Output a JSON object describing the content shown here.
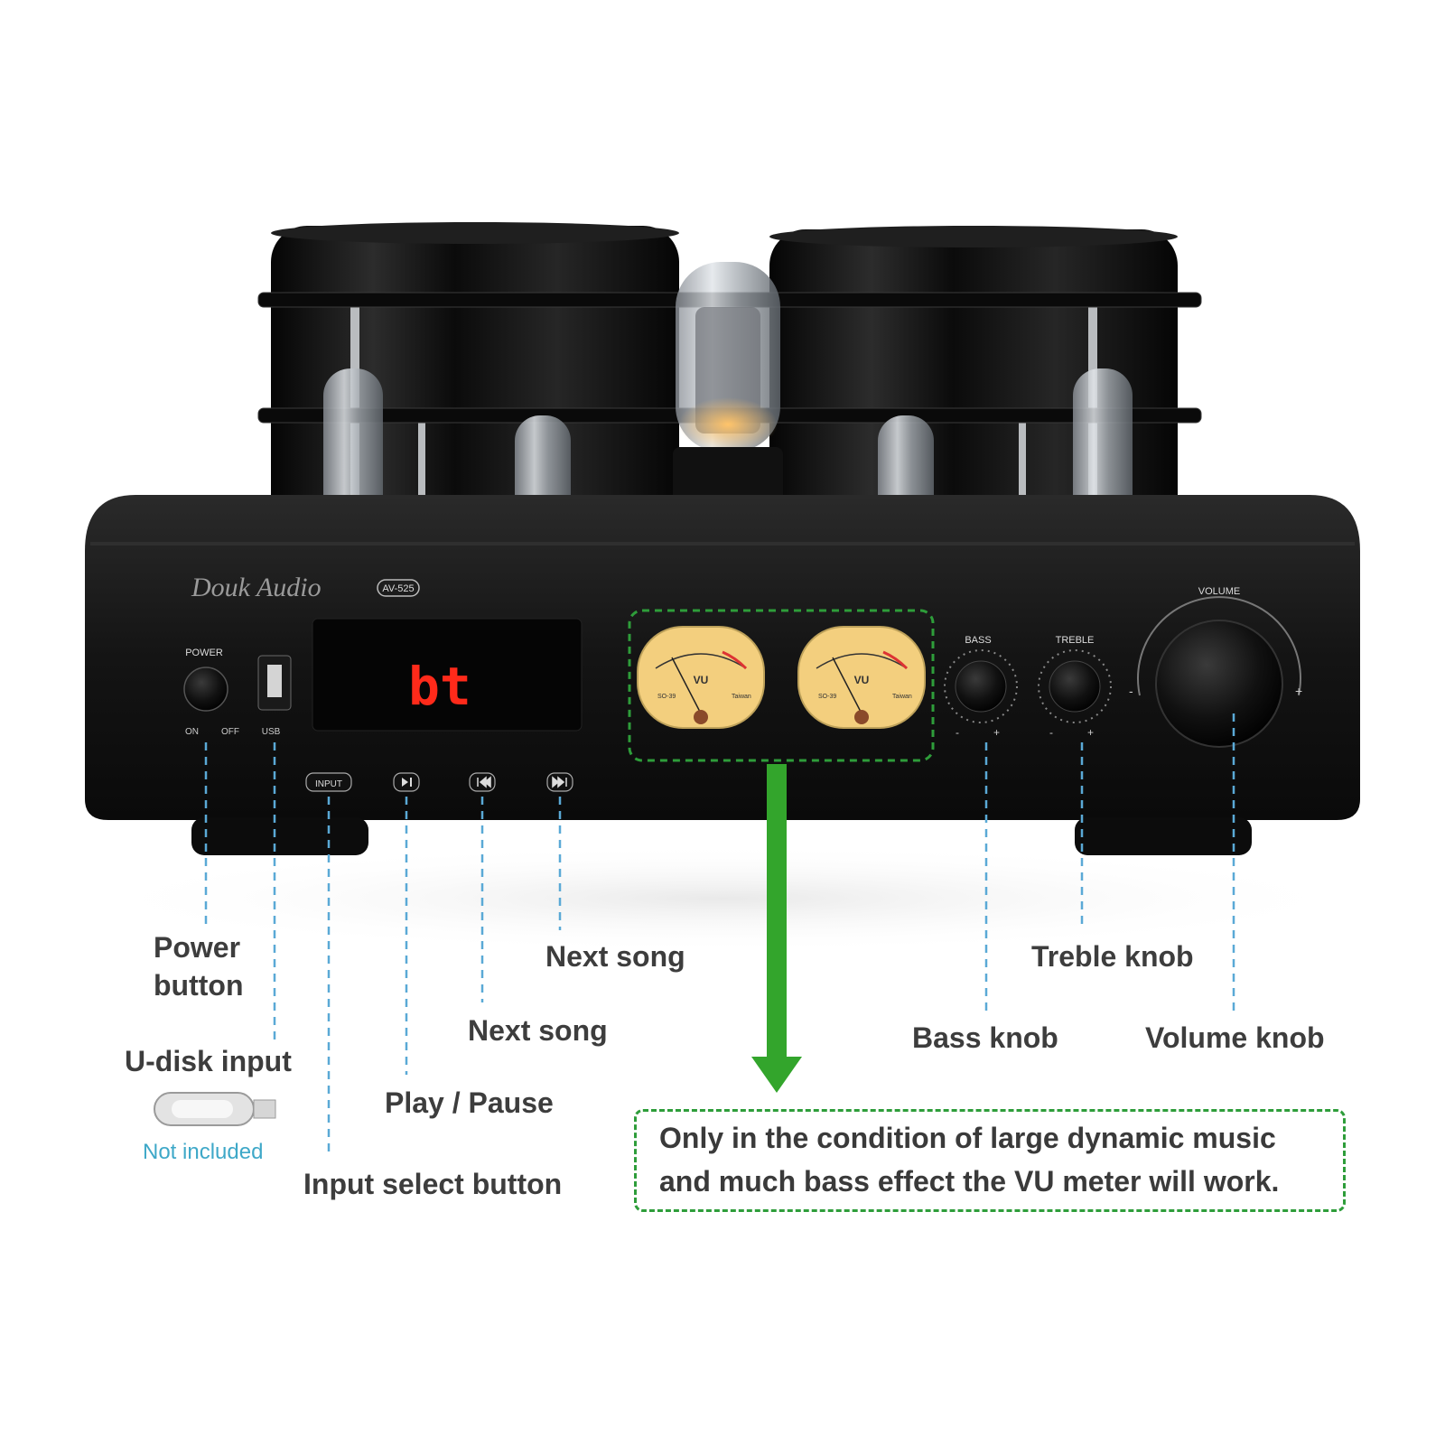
{
  "device": {
    "brand": "Douk Audio",
    "model": "AV-525",
    "display_text": "bt",
    "panel_labels": {
      "power": "POWER",
      "on": "ON",
      "off": "OFF",
      "usb": "USB",
      "bass": "BASS",
      "treble": "TREBLE",
      "volume": "VOLUME",
      "input": "INPUT",
      "vu": "VU",
      "vu_model": "SO-39",
      "vu_origin": "Taiwan",
      "minus": "-",
      "plus": "+"
    }
  },
  "callouts": {
    "power_line1": "Power",
    "power_line2": "button",
    "udisk": "U-disk input",
    "not_included": "Not included",
    "input_select": "Input select button",
    "play_pause": "Play / Pause",
    "next_song_upper": "Next song",
    "next_song_lower": "Next song",
    "treble_knob": "Treble knob",
    "bass_knob": "Bass knob",
    "volume_knob": "Volume knob"
  },
  "note": {
    "line1": "Only in the condition of large dynamic music",
    "line2": "and much bass effect the VU meter will work."
  },
  "colors": {
    "callout_line": "#5aa9d6",
    "highlight": "#2e9d3a",
    "display_red": "#ff2a1a",
    "vu_face": "#f3cf7e"
  }
}
